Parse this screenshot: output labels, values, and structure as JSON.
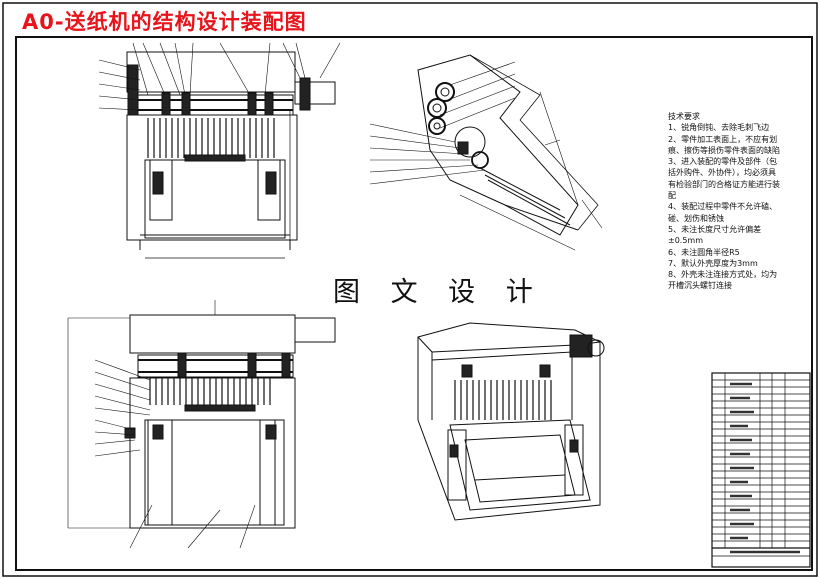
{
  "drawing": {
    "title": "A0-送纸机的结构设计装配图",
    "watermark": "图 文 设 计",
    "tech_requirements": {
      "heading": "技术要求",
      "items": [
        "1、锐角倒钝、去除毛刺飞边",
        "2、零件加工表面上，不应有划痕、擦伤等损伤零件表面的缺陷",
        "3、进入装配的零件及部件（包括外购件、外协件），均必须具有检验部门的合格证方能进行装配",
        "4、装配过程中零件不允许磕、碰、划伤和锈蚀",
        "5、未注长度尺寸允许偏差±0.5mm",
        "6、未注圆角半径R5",
        "7、默认外壳厚度为3mm",
        "8、外壳未注连接方式处，均为开槽沉头螺钉连接"
      ]
    }
  },
  "colors": {
    "title": "#e8141c",
    "line": "#111111",
    "frame": "#000000"
  }
}
